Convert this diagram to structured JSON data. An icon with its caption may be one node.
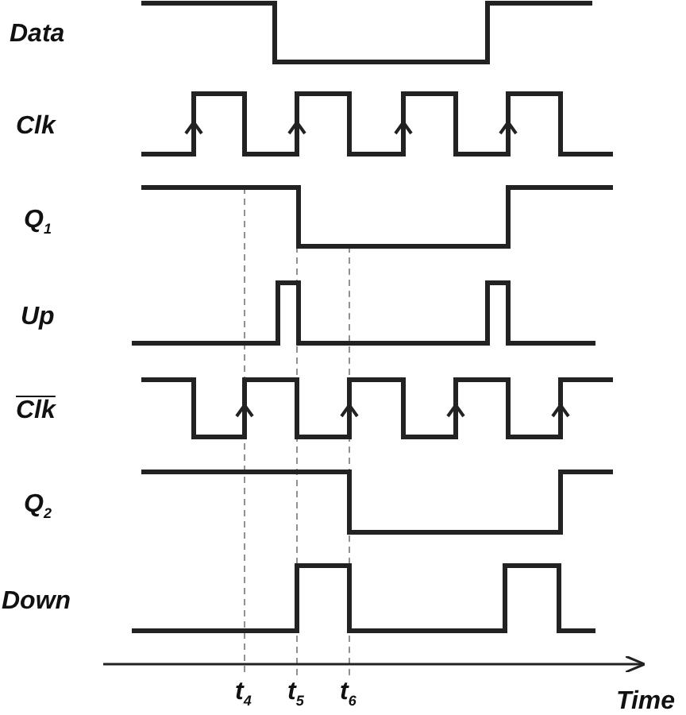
{
  "diagram": {
    "labels": [
      "Data",
      "Clk",
      "Q$_{1}$",
      "Up",
      "Clk",
      "Q$_{2}$",
      "Down",
      "t$_{4}$",
      "t$_{5}$",
      "t$_{6}$",
      "Time"
    ]
  }
}
